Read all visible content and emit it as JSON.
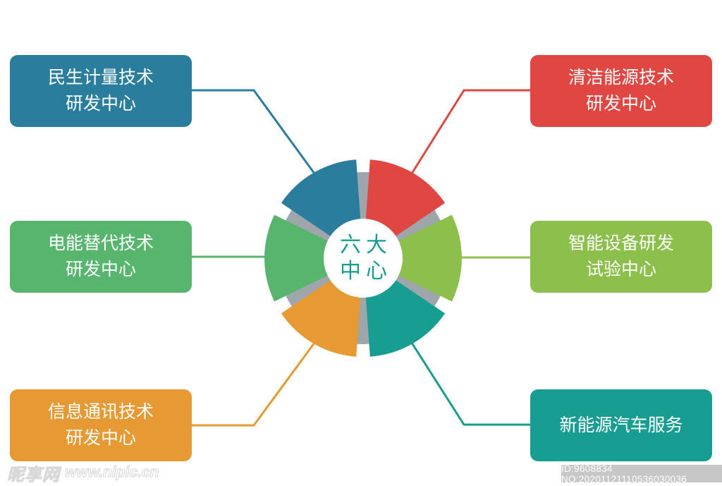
{
  "canvas": {
    "background": "#FFFFFF"
  },
  "hub": {
    "label_lines": [
      "六大",
      "中心"
    ],
    "label_color": "#169C90",
    "ring_color": "#9EA5AB",
    "center_circle_color": "#FFFFFF"
  },
  "nodes": [
    {
      "position": "top-left",
      "lines": [
        "民生计量技术",
        "研发中心"
      ],
      "color": "#2B7D9E"
    },
    {
      "position": "top-right",
      "lines": [
        "清洁能源技术",
        "研发中心"
      ],
      "color": "#E04743"
    },
    {
      "position": "middle-left",
      "lines": [
        "电能替代技术",
        "研发中心"
      ],
      "color": "#58B56E"
    },
    {
      "position": "middle-right",
      "lines": [
        "智能设备研发",
        "试验中心"
      ],
      "color": "#8CBF4B"
    },
    {
      "position": "bottom-left",
      "lines": [
        "信息通讯技术",
        "研发中心"
      ],
      "color": "#E79A33"
    },
    {
      "position": "bottom-right",
      "lines": [
        "新能源汽车服务"
      ],
      "color": "#189D92"
    }
  ],
  "watermark": {
    "logo_text": "昵享网",
    "site_url": "www.nipic.cn",
    "badge_text": "ID:9608834 NO:20201121110536030036",
    "badge_color": "#C7C7C7"
  }
}
